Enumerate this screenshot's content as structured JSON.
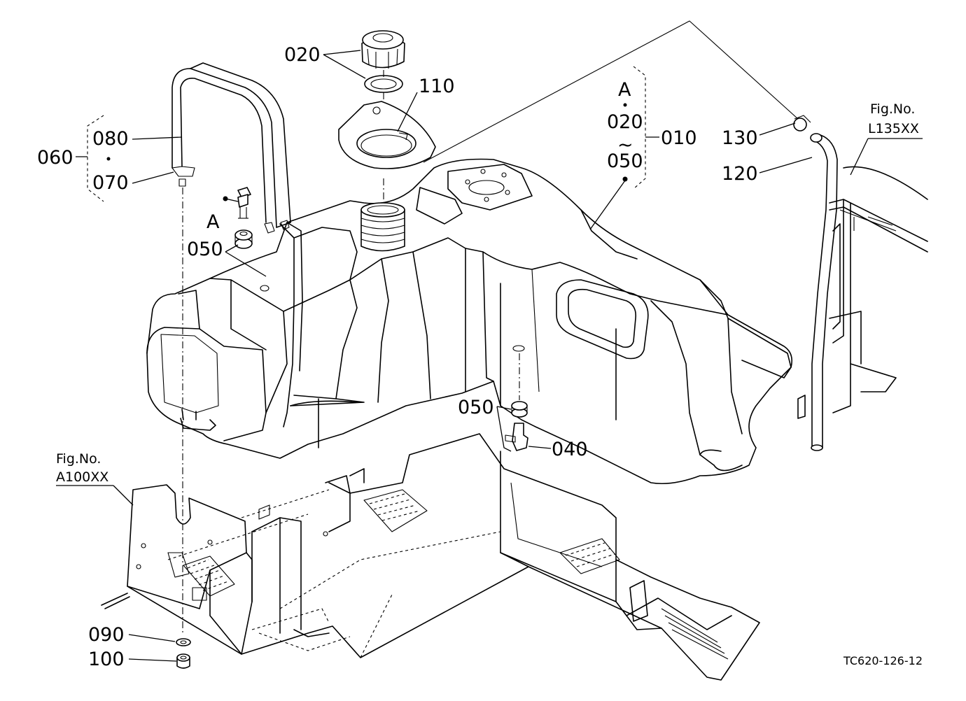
{
  "labels": {
    "p020": "020",
    "p110": "110",
    "p060": "060",
    "p080": "080",
    "p070": "070",
    "pA_left": "A",
    "p050_left": "050",
    "pA_group": "A",
    "p020_group": "020",
    "tilde": "~",
    "p050_group": "050",
    "p010": "010",
    "p130": "130",
    "p120": "120",
    "fig_right_1": "Fig.No.",
    "fig_right_2": "L135XX",
    "p050_bottom": "050",
    "p040": "040",
    "fig_left_1": "Fig.No.",
    "fig_left_2": "A100XX",
    "p090": "090",
    "p100": "100",
    "drawing_code": "TC620-126-12"
  },
  "colors": {
    "line": "#000000",
    "background": "#ffffff"
  }
}
